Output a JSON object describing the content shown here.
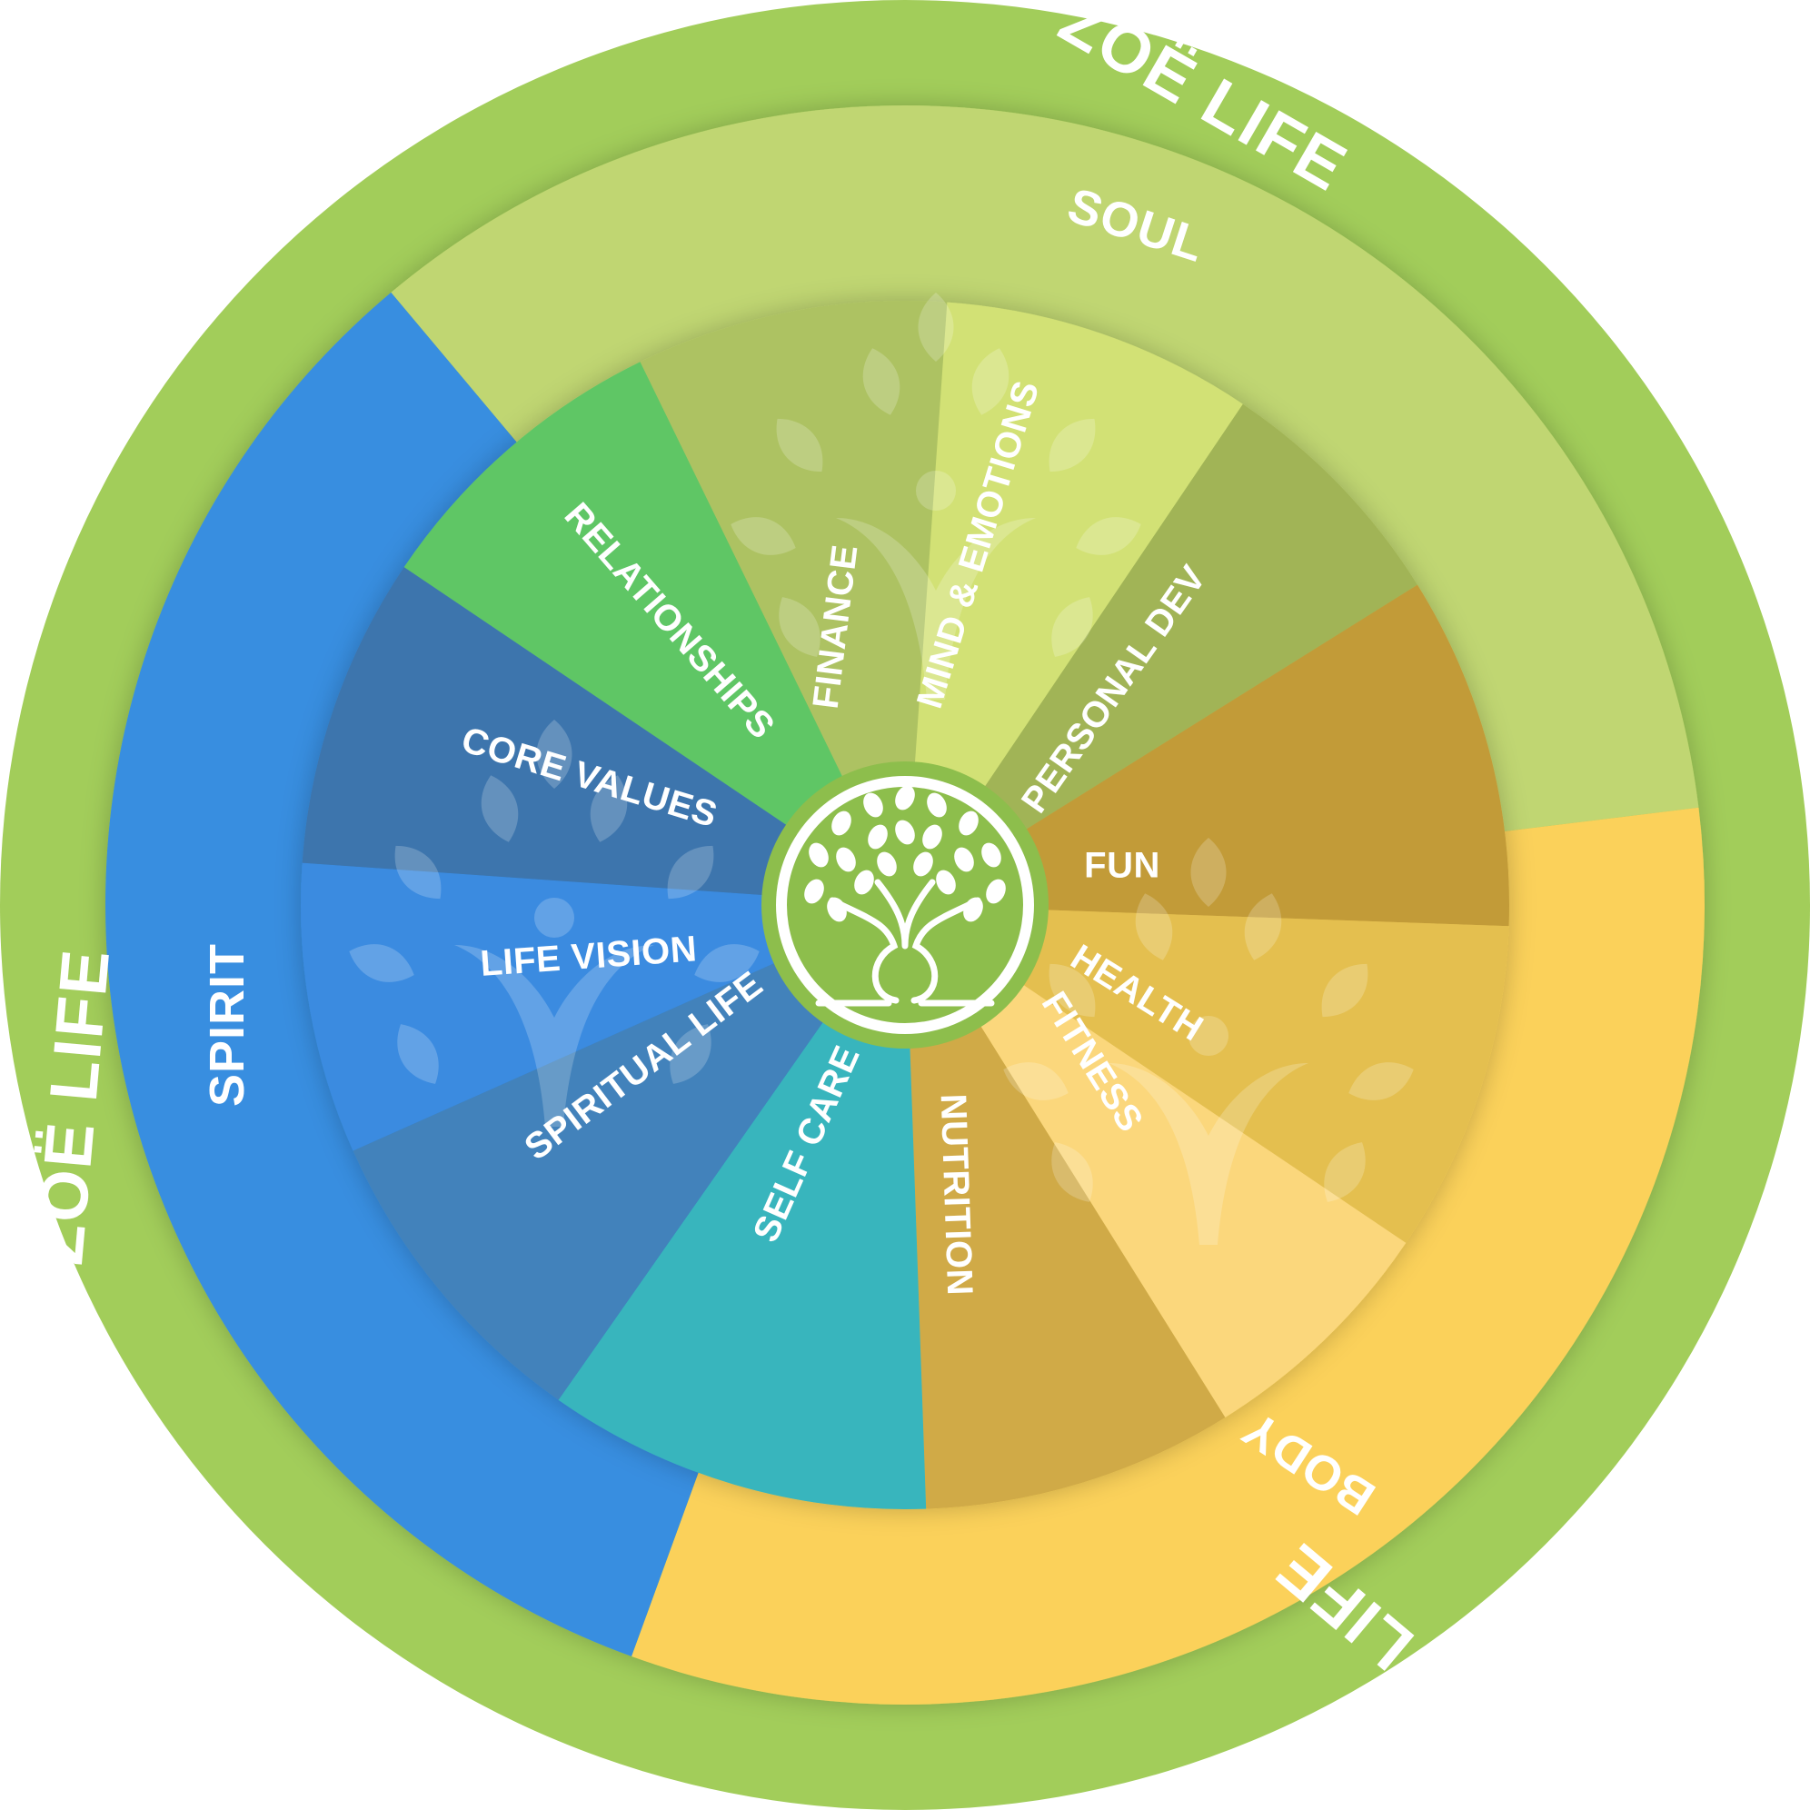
{
  "brand": "ZOË LIFE",
  "colors": {
    "outer_ring": "#a2cd5a",
    "soul": "#c0d672",
    "spirit": "#378ee0",
    "body": "#fbd15a",
    "center_ring": "#8dbe4c",
    "white": "#ffffff"
  },
  "zones": [
    {
      "label": "SOUL",
      "color": "#c0d672"
    },
    {
      "label": "SPIRIT",
      "color": "#378ee0"
    },
    {
      "label": "BODY",
      "color": "#fbd15a"
    }
  ],
  "segments": [
    {
      "label": "FINANCE",
      "color": "#adc262"
    },
    {
      "label": "MIND & EMOTIONS",
      "color": "#d2e175"
    },
    {
      "label": "PERSONAL DEV",
      "color": "#a1b456"
    },
    {
      "label": "FUN",
      "color": "#c29b39"
    },
    {
      "label": "HEALTH",
      "color": "#e4bf4f"
    },
    {
      "label": "FITNESS",
      "color": "#fbd77c"
    },
    {
      "label": "NUTRITION",
      "color": "#d0aa47"
    },
    {
      "label": "SELF CARE",
      "color": "#37b5bd"
    },
    {
      "label": "SPIRITUAL LIFE",
      "color": "#4282bb"
    },
    {
      "label": "LIFE VISION",
      "color": "#3a8be0"
    },
    {
      "label": "CORE VALUES",
      "color": "#3e75ad"
    },
    {
      "label": "RELATIONSHIPS",
      "color": "#5ec665"
    }
  ],
  "center_icon": "tree-icon",
  "watermark_icon": "person-with-leaves-icon"
}
